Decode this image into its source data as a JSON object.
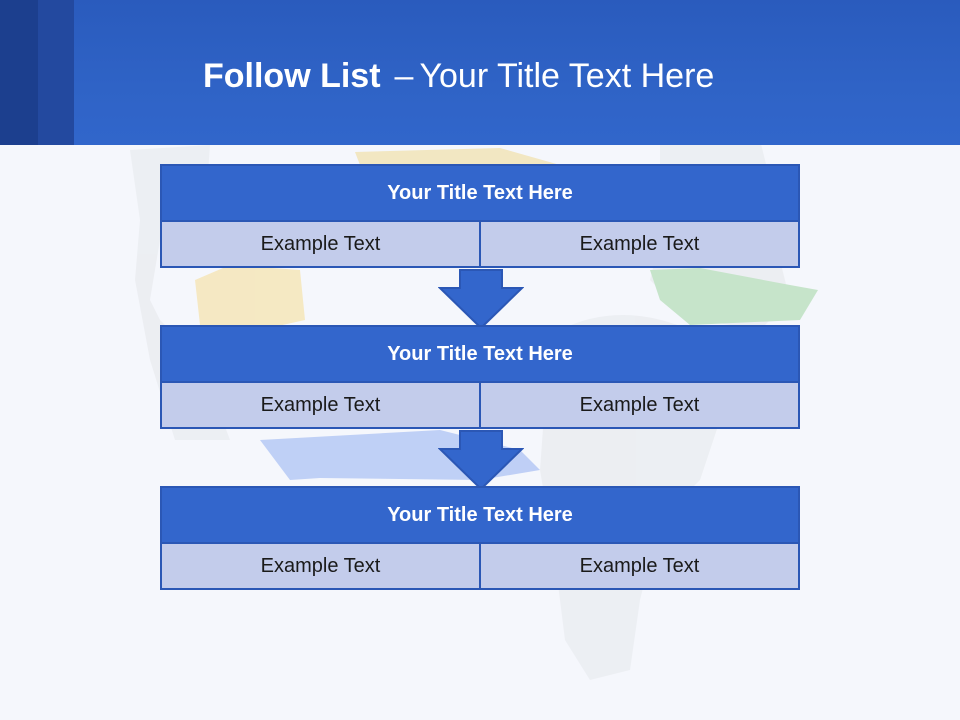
{
  "slide": {
    "title_bold": "Follow List",
    "title_dash": "–",
    "title_rest": "Your Title Text Here"
  },
  "flow": [
    {
      "title": "Your Title Text Here",
      "left": "Example Text",
      "right": "Example Text"
    },
    {
      "title": "Your Title Text Here",
      "left": "Example Text",
      "right": "Example Text"
    },
    {
      "title": "Your Title Text Here",
      "left": "Example Text",
      "right": "Example Text"
    }
  ],
  "colors": {
    "header": "#2f63c6",
    "box_title": "#3366cc",
    "box_cell": "#c3cceb",
    "arrow": "#3366cc"
  },
  "icons": {
    "arrow": "down-arrow-icon",
    "background": "people-with-cycle-arrows-illustration"
  }
}
